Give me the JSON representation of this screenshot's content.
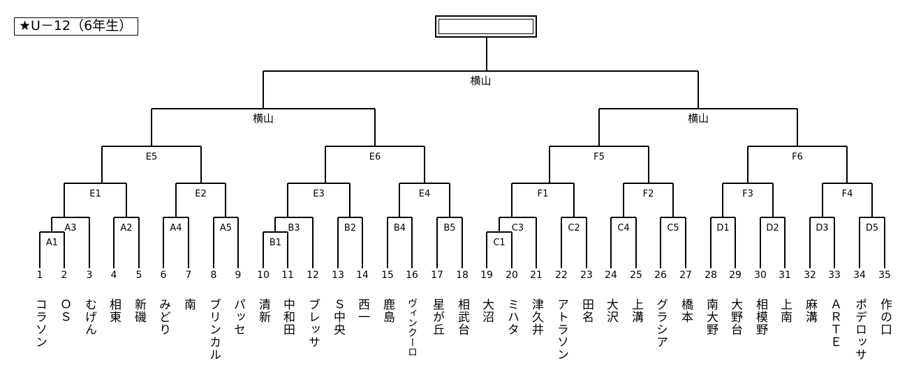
{
  "title": "★U－12（6年生）",
  "final": {
    "winner": "",
    "top": "横山",
    "left_semi": "横山",
    "right_semi": "横山"
  },
  "matches": {
    "A1": "A1",
    "A2": "A2",
    "A3": "A3",
    "A4": "A4",
    "A5": "A5",
    "B1": "B1",
    "B2": "B2",
    "B3": "B3",
    "B4": "B4",
    "B5": "B5",
    "C1": "C1",
    "C2": "C2",
    "C3": "C3",
    "C4": "C4",
    "C5": "C5",
    "D1": "D1",
    "D2": "D2",
    "D3": "D3",
    "D5": "D5",
    "E1": "E1",
    "E2": "E2",
    "E3": "E3",
    "E4": "E4",
    "E5": "E5",
    "E6": "E6",
    "F1": "F1",
    "F2": "F2",
    "F3": "F3",
    "F4": "F4",
    "F5": "F5",
    "F6": "F6"
  },
  "teams": [
    {
      "no": "1",
      "name": "コラソン"
    },
    {
      "no": "2",
      "name": "ＯＳ"
    },
    {
      "no": "3",
      "name": "むげん"
    },
    {
      "no": "4",
      "name": "相東"
    },
    {
      "no": "5",
      "name": "新磯"
    },
    {
      "no": "6",
      "name": "みどり"
    },
    {
      "no": "7",
      "name": "南"
    },
    {
      "no": "8",
      "name": "ブリンカル"
    },
    {
      "no": "9",
      "name": "パッセ"
    },
    {
      "no": "10",
      "name": "清新"
    },
    {
      "no": "11",
      "name": "中和田"
    },
    {
      "no": "12",
      "name": "ブレッサ"
    },
    {
      "no": "13",
      "name": "Ｓ中央"
    },
    {
      "no": "14",
      "name": "西一"
    },
    {
      "no": "15",
      "name": "鹿島"
    },
    {
      "no": "16",
      "name": "ヴィンクーロ"
    },
    {
      "no": "17",
      "name": "星が丘"
    },
    {
      "no": "18",
      "name": "相武台"
    },
    {
      "no": "19",
      "name": "大沼"
    },
    {
      "no": "20",
      "name": "ミハタ"
    },
    {
      "no": "21",
      "name": "津久井"
    },
    {
      "no": "22",
      "name": "アトラソン"
    },
    {
      "no": "23",
      "name": "田名"
    },
    {
      "no": "24",
      "name": "大沢"
    },
    {
      "no": "25",
      "name": "上溝"
    },
    {
      "no": "26",
      "name": "グラシア"
    },
    {
      "no": "27",
      "name": "橋本"
    },
    {
      "no": "28",
      "name": "南大野"
    },
    {
      "no": "29",
      "name": "大野台"
    },
    {
      "no": "30",
      "name": "相模野"
    },
    {
      "no": "31",
      "name": "上南"
    },
    {
      "no": "32",
      "name": "麻溝"
    },
    {
      "no": "33",
      "name": "ＡＲＴＥ"
    },
    {
      "no": "34",
      "name": "ポデロッサ"
    },
    {
      "no": "35",
      "name": "作の口"
    }
  ]
}
